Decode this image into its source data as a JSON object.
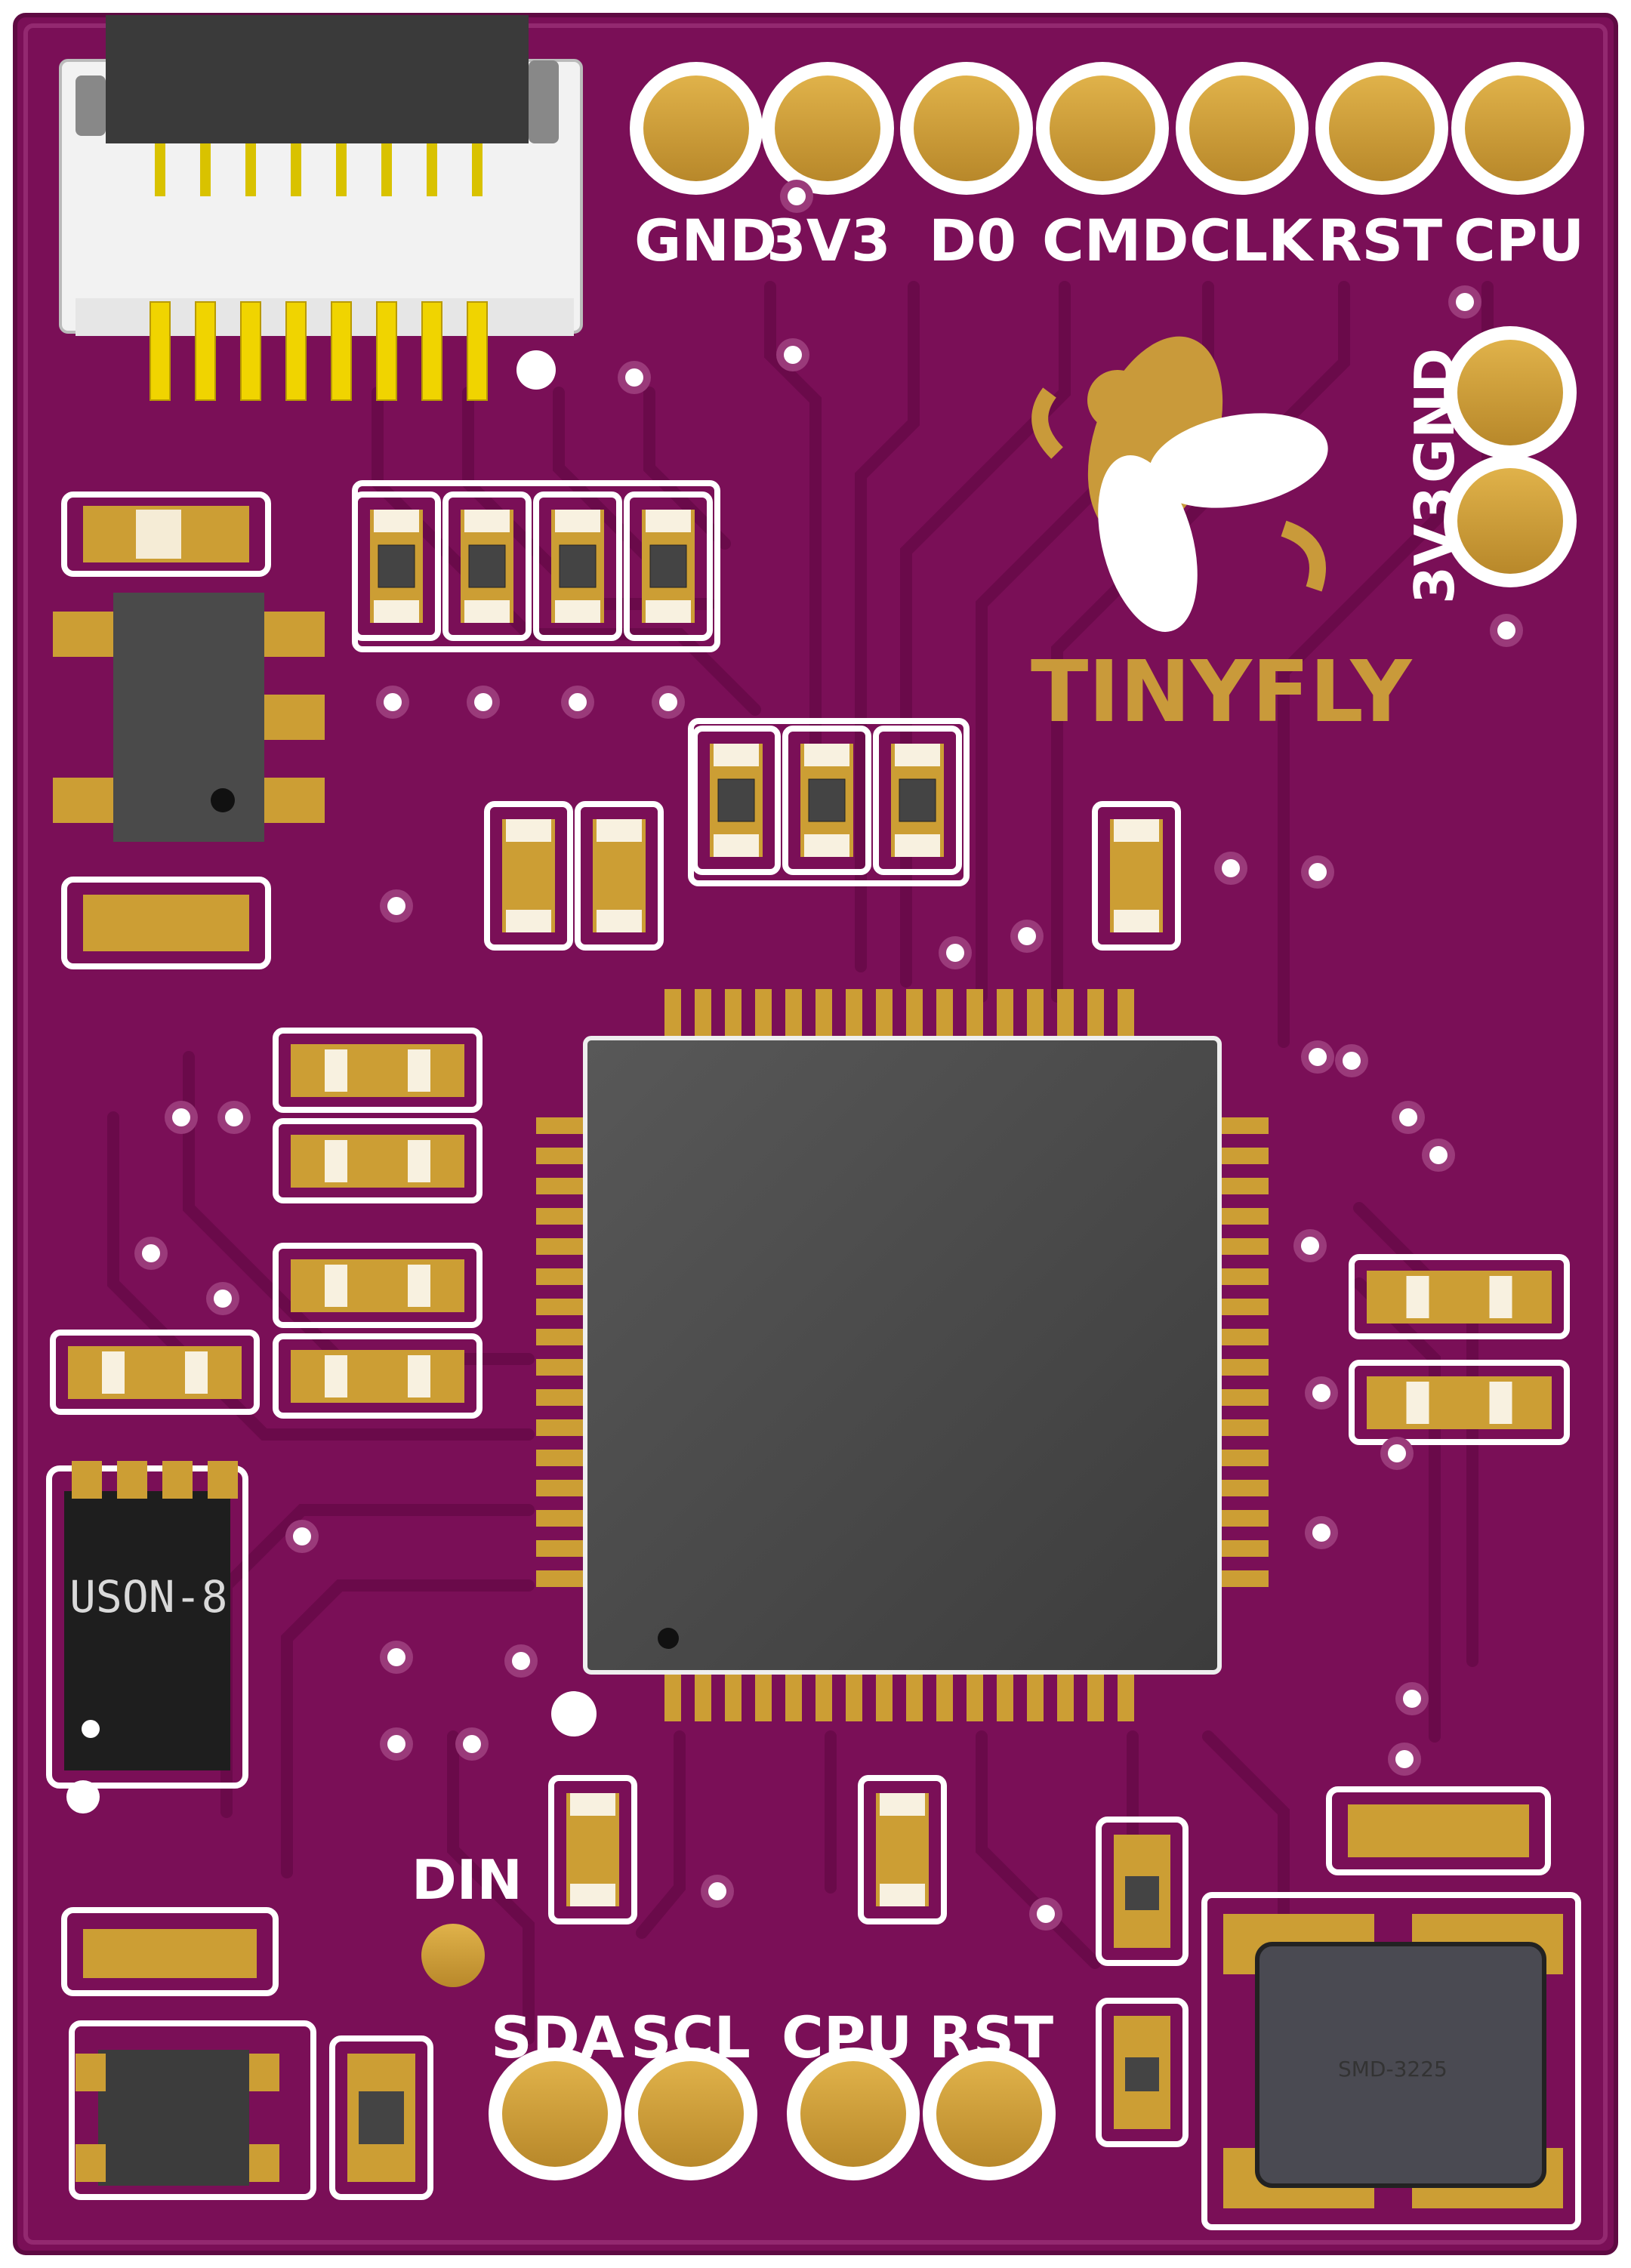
{
  "board": {
    "top_header": {
      "labels": [
        "GND",
        "3V3",
        "D0",
        "CMD",
        "CLK",
        "RST",
        "CPU"
      ]
    },
    "side_header": {
      "labels": [
        "3V3",
        "GND"
      ]
    },
    "bottom_header": {
      "labels": [
        "SDA",
        "SCL",
        "CPU",
        "RST"
      ]
    },
    "din_label": "DIN",
    "logo_text": "TINYFLY",
    "uson_label": "USON-8",
    "crystal_label": "SMD-3225"
  },
  "colors": {
    "pcb": "#7a0f57",
    "pad_gold": "#cc9e34",
    "silkscreen": "#ffffff",
    "chip_body": "#4a4a4a"
  }
}
